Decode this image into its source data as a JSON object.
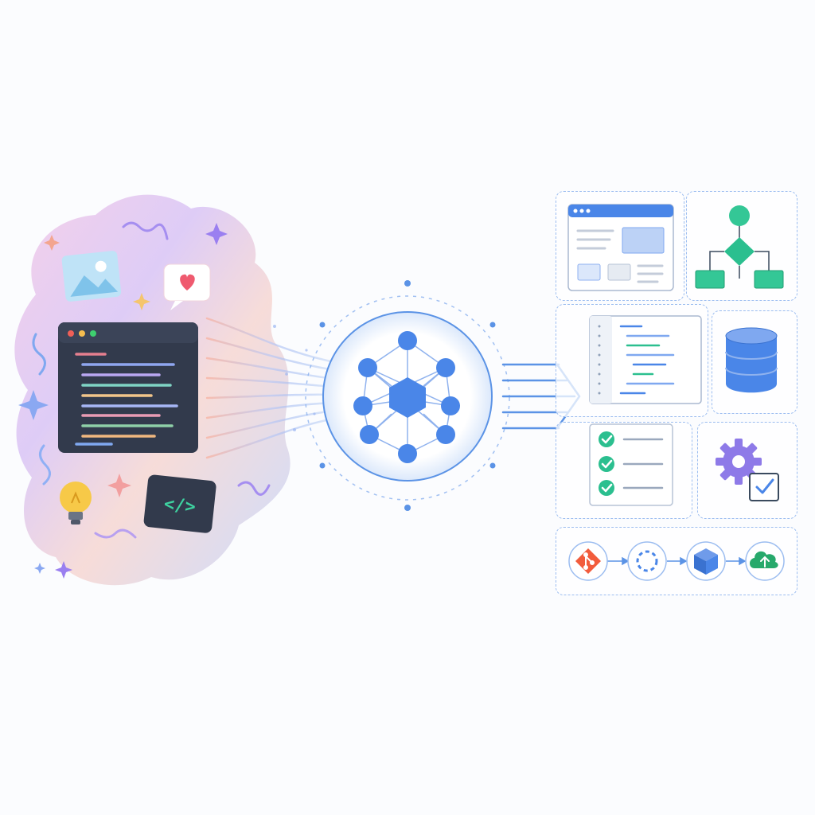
{
  "colors": {
    "accent_blue": "#4a86e8",
    "teal": "#2bbf8f",
    "dark_panel": "#323a4c",
    "purple_gear": "#8e7ae8",
    "git_red": "#f25c3c",
    "cloud_green": "#27a96b",
    "bulb_yellow": "#f7c948",
    "heart_red": "#ef5a6f"
  },
  "left_cloud": {
    "icons": [
      "image-icon",
      "heart-chat-icon",
      "code-tag-icon",
      "lightbulb-icon",
      "sparkle-icon",
      "squiggle-icon"
    ],
    "editor": {
      "window_dots": [
        "#ef5f57",
        "#f5bd4f",
        "#3ecf6f"
      ],
      "code_lines": 10
    },
    "code_tag_text": "</>"
  },
  "hub": {
    "icon": "network-hexagon-icon",
    "outer_nodes": 8
  },
  "right_outputs": {
    "cards": [
      {
        "id": "web-ui",
        "icon": "browser-wireframe-icon"
      },
      {
        "id": "flowchart",
        "icon": "flowchart-icon"
      },
      {
        "id": "code-file",
        "icon": "code-file-icon"
      },
      {
        "id": "database",
        "icon": "database-icon"
      },
      {
        "id": "checklist",
        "icon": "checklist-icon",
        "items": 3
      },
      {
        "id": "settings",
        "icon": "gear-check-icon"
      }
    ],
    "pipeline": [
      "git-icon",
      "loop-icon",
      "cube-icon",
      "cloud-upload-icon"
    ]
  }
}
